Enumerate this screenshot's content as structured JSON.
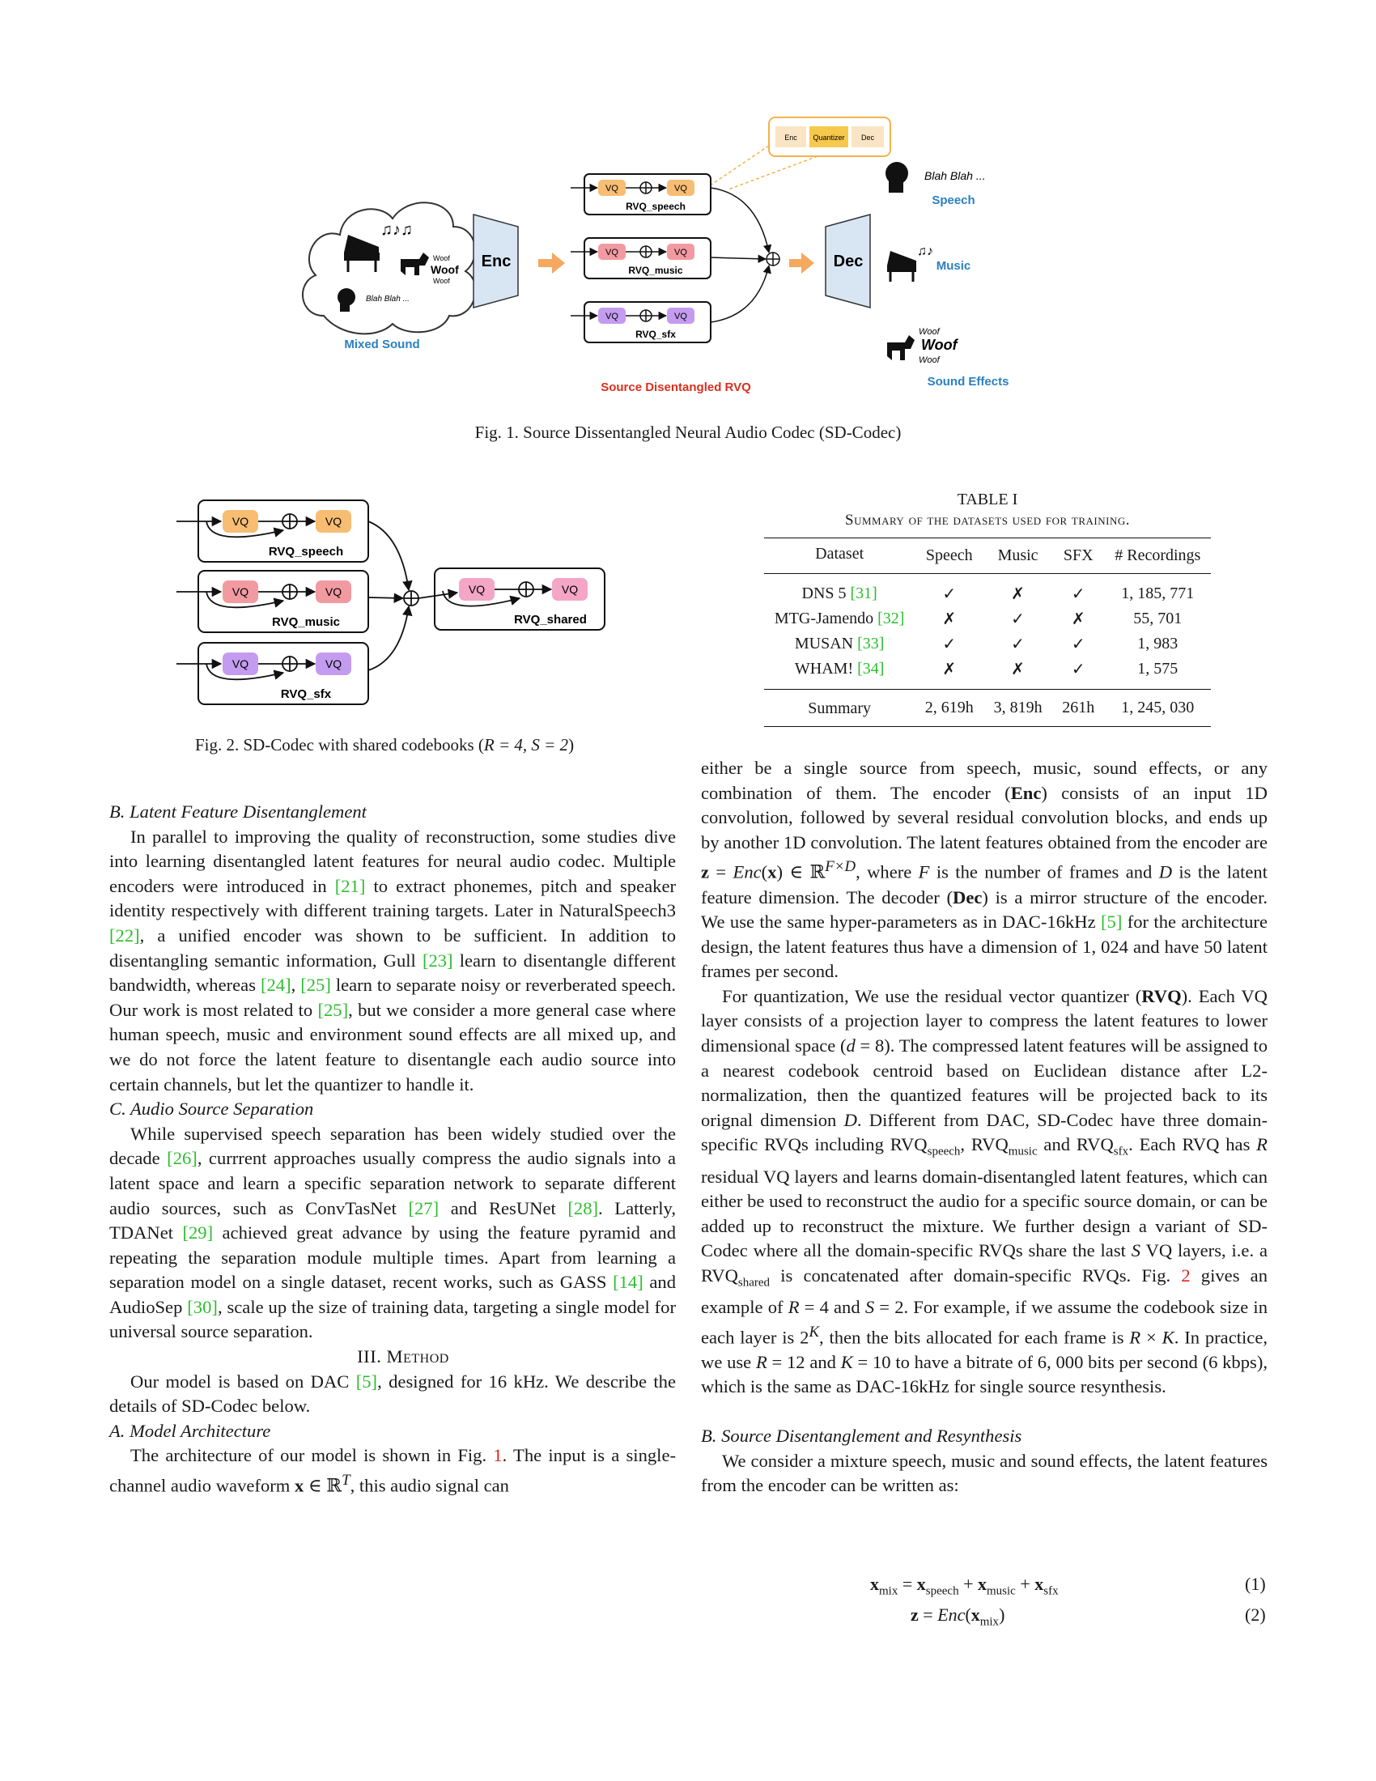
{
  "fig1": {
    "legend_enc": "Enc",
    "legend_quant": "Quantizer",
    "legend_dec": "Dec",
    "mixed_sound": "Mixed Sound",
    "enc": "Enc",
    "dec": "Dec",
    "vq": "VQ",
    "rvq_speech": "RVQ_speech",
    "rvq_music": "RVQ_music",
    "rvq_sfx": "RVQ_sfx",
    "source_rvq": "Source Disentangled RVQ",
    "speech": "Speech",
    "music": "Music",
    "sfx": "Sound Effects",
    "blah": "Blah Blah ...",
    "woof": "Woof",
    "caption": "Fig. 1.  Source Dissentangled Neural Audio Codec (SD-Codec)"
  },
  "fig2": {
    "vq": "VQ",
    "rvq_speech": "RVQ_speech",
    "rvq_music": "RVQ_music",
    "rvq_sfx": "RVQ_sfx",
    "rvq_shared": "RVQ_shared",
    "caption_pre": "Fig. 2.  SD-Codec with shared codebooks (",
    "caption_math": "R = 4, S = 2",
    "caption_post": ")"
  },
  "table": {
    "label": "TABLE I",
    "title": "Summary of the datasets used for training.",
    "headers": [
      "Dataset",
      "Speech",
      "Music",
      "SFX",
      "# Recordings"
    ],
    "rows": [
      {
        "name": "DNS 5",
        "cite": "[31]",
        "speech": "✓",
        "music": "✗",
        "sfx": "✓",
        "rec": "1, 185, 771"
      },
      {
        "name": "MTG-Jamendo",
        "cite": "[32]",
        "speech": "✗",
        "music": "✓",
        "sfx": "✗",
        "rec": "55, 701"
      },
      {
        "name": "MUSAN",
        "cite": "[33]",
        "speech": "✓",
        "music": "✓",
        "sfx": "✓",
        "rec": "1, 983"
      },
      {
        "name": "WHAM!",
        "cite": "[34]",
        "speech": "✗",
        "music": "✗",
        "sfx": "✓",
        "rec": "1, 575"
      }
    ],
    "summary": {
      "name": "Summary",
      "speech": "2, 619h",
      "music": "3, 819h",
      "sfx": "261h",
      "rec": "1, 245, 030"
    }
  },
  "left": {
    "secB_title": "B. Latent Feature Disentanglement",
    "secC_title": "C. Audio Source Separation",
    "secIII_title": "III. Method",
    "secA_title": "A. Model Architecture"
  },
  "right": {
    "secB_title": "B. Source Disentanglement and Resynthesis",
    "secB_p": "We consider a mixture speech, music and sound effects, the latent features from the encoder can be written as:",
    "eq1_num": "(1)",
    "eq2_num": "(2)"
  }
}
